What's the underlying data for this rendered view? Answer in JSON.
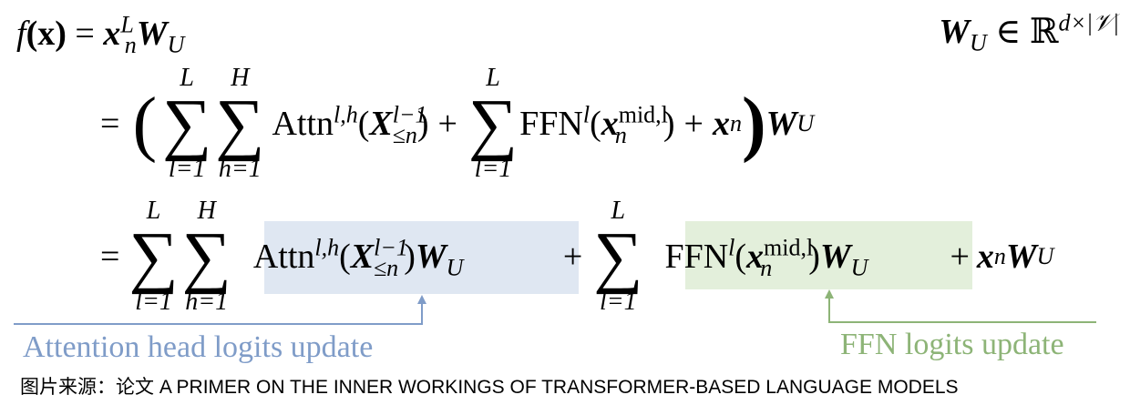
{
  "line1": {
    "lhs": "f",
    "lhs_arg": "(x)",
    "eq": "=",
    "x": "x",
    "x_sub": "n",
    "x_sup": "L",
    "W": "W",
    "W_sub": "U"
  },
  "dim": {
    "W": "W",
    "W_sub": "U",
    "in": "∈",
    "R": "ℝ",
    "sup": "d×|𝒱|"
  },
  "sum": {
    "sigma": "∑",
    "L": "L",
    "H": "H",
    "l1": "l=1",
    "h1": "h=1"
  },
  "line2": {
    "eq": "=",
    "lparen": "(",
    "attn": "Attn",
    "attn_sup": "l,h",
    "X": "X",
    "X_sup": "l−1",
    "X_sub": "≤n",
    "plus": "+",
    "ffn": "FFN",
    "ffn_sup": "l",
    "x": "x",
    "x_sup": "mid,l",
    "x_sub": "n",
    "plus2": "+",
    "xn": "x",
    "xn_sub": "n",
    "rparen": ")",
    "W": "W",
    "W_sub": "U"
  },
  "line3": {
    "eq": "=",
    "plus": "+",
    "plus2": "+"
  },
  "labels": {
    "attention": "Attention head logits update",
    "ffn": "FFN logits update"
  },
  "caption": "图片来源：论文 A PRIMER ON THE INNER WORKINGS OF TRANSFORMER-BASED LANGUAGE MODELS",
  "colors": {
    "attn_box": "#dfe7f2",
    "ffn_box": "#e3efdb",
    "attn_line": "#7f9cc8",
    "ffn_line": "#8db477"
  }
}
